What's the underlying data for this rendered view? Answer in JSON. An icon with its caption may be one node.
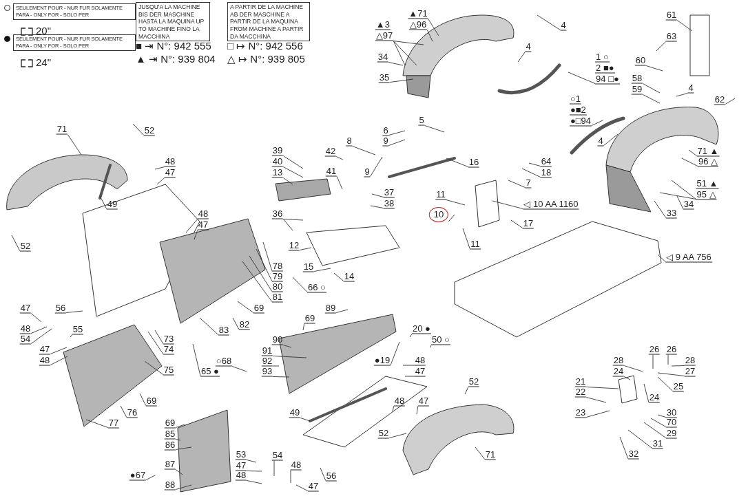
{
  "diagram": {
    "nodes": [
      {
        "text": [
          "71"
        ]
      },
      {
        "text": [
          "52"
        ]
      },
      {
        "text": [
          "48"
        ]
      },
      {
        "text": [
          "47"
        ]
      },
      {
        "text": [
          "49"
        ]
      },
      {
        "text": [
          "48"
        ]
      },
      {
        "text": [
          "47"
        ]
      },
      {
        "text": [
          "52"
        ]
      },
      {
        "text": [
          "▲3",
          "△97"
        ]
      },
      {
        "text": [
          "▲71"
        ]
      },
      {
        "text": [
          "△96"
        ]
      },
      {
        "text": [
          "34"
        ]
      },
      {
        "text": [
          "35"
        ]
      },
      {
        "text": [
          "5"
        ]
      },
      {
        "text": [
          "6"
        ]
      },
      {
        "text": [
          "9"
        ]
      },
      {
        "text": [
          "8"
        ]
      },
      {
        "text": [
          "9"
        ]
      },
      {
        "text": [
          "39"
        ]
      },
      {
        "text": [
          "40"
        ]
      },
      {
        "text": [
          "13"
        ]
      },
      {
        "text": [
          "42"
        ]
      },
      {
        "text": [
          "41"
        ]
      },
      {
        "text": [
          "16"
        ]
      },
      {
        "text": [
          "37"
        ]
      },
      {
        "text": [
          "38"
        ]
      },
      {
        "text": [
          "36"
        ]
      },
      {
        "text": [
          "11"
        ]
      },
      {
        "text": [
          "10"
        ]
      },
      {
        "text": [
          "11"
        ]
      },
      {
        "text": [
          "12"
        ]
      },
      {
        "text": [
          "4"
        ]
      },
      {
        "text": [
          "1 ○",
          "2 ■●",
          "94 □●"
        ]
      },
      {
        "text": [
          "○1",
          "●■2",
          "●□94"
        ]
      },
      {
        "text": [
          "4"
        ]
      },
      {
        "text": [
          "61"
        ]
      },
      {
        "text": [
          "63"
        ]
      },
      {
        "text": [
          "60"
        ]
      },
      {
        "text": [
          "58"
        ]
      },
      {
        "text": [
          "59"
        ]
      },
      {
        "text": [
          "4"
        ]
      },
      {
        "text": [
          "62"
        ]
      },
      {
        "text": [
          "4"
        ]
      },
      {
        "text": [
          "64"
        ]
      },
      {
        "text": [
          "18"
        ]
      },
      {
        "text": [
          "7"
        ]
      },
      {
        "text": [
          "◁ 10 AA 1160"
        ]
      },
      {
        "text": [
          "17"
        ]
      },
      {
        "text": [
          "71 ▲"
        ]
      },
      {
        "text": [
          "96 △"
        ]
      },
      {
        "text": [
          "51 ▲",
          "95 △"
        ]
      },
      {
        "text": [
          "34"
        ]
      },
      {
        "text": [
          "33"
        ]
      },
      {
        "text": [
          "78"
        ]
      },
      {
        "text": [
          "79"
        ]
      },
      {
        "text": [
          "80"
        ]
      },
      {
        "text": [
          "81"
        ]
      },
      {
        "text": [
          "66 ○"
        ]
      },
      {
        "text": [
          "15"
        ]
      },
      {
        "text": [
          "14"
        ]
      },
      {
        "text": [
          "◁ 9 AA 756"
        ]
      },
      {
        "text": [
          "47"
        ]
      },
      {
        "text": [
          "48"
        ]
      },
      {
        "text": [
          "54"
        ]
      },
      {
        "text": [
          "56"
        ]
      },
      {
        "text": [
          "55"
        ]
      },
      {
        "text": [
          "47"
        ]
      },
      {
        "text": [
          "48"
        ]
      },
      {
        "text": [
          "69"
        ]
      },
      {
        "text": [
          "82"
        ]
      },
      {
        "text": [
          "83"
        ]
      },
      {
        "text": [
          "89"
        ]
      },
      {
        "text": [
          "69"
        ]
      },
      {
        "text": [
          "73"
        ]
      },
      {
        "text": [
          "74"
        ]
      },
      {
        "text": [
          "75"
        ]
      },
      {
        "text": [
          "65 ●"
        ]
      },
      {
        "text": [
          "○68"
        ]
      },
      {
        "text": [
          "90"
        ]
      },
      {
        "text": [
          "91"
        ]
      },
      {
        "text": [
          "92"
        ]
      },
      {
        "text": [
          "93"
        ]
      },
      {
        "text": [
          "20 ●"
        ]
      },
      {
        "text": [
          "50 ○"
        ]
      },
      {
        "text": [
          "●19"
        ]
      },
      {
        "text": [
          "48"
        ]
      },
      {
        "text": [
          "47"
        ]
      },
      {
        "text": [
          "69"
        ]
      },
      {
        "text": [
          "76"
        ]
      },
      {
        "text": [
          "77"
        ]
      },
      {
        "text": [
          "52"
        ]
      },
      {
        "text": [
          "49"
        ]
      },
      {
        "text": [
          "48"
        ]
      },
      {
        "text": [
          "47"
        ]
      },
      {
        "text": [
          "52"
        ]
      },
      {
        "text": [
          "71"
        ]
      },
      {
        "text": [
          "69"
        ]
      },
      {
        "text": [
          "85"
        ]
      },
      {
        "text": [
          "86"
        ]
      },
      {
        "text": [
          "87"
        ]
      },
      {
        "text": [
          "88"
        ]
      },
      {
        "text": [
          "●67"
        ]
      },
      {
        "text": [
          "53"
        ]
      },
      {
        "text": [
          "47"
        ]
      },
      {
        "text": [
          "48"
        ]
      },
      {
        "text": [
          "54"
        ]
      },
      {
        "text": [
          "48"
        ]
      },
      {
        "text": [
          "47"
        ]
      },
      {
        "text": [
          "56"
        ]
      },
      {
        "text": [
          "28"
        ]
      },
      {
        "text": [
          "24"
        ]
      },
      {
        "text": [
          "21"
        ]
      },
      {
        "text": [
          "22"
        ]
      },
      {
        "text": [
          "23"
        ]
      },
      {
        "text": [
          "26"
        ]
      },
      {
        "text": [
          "26"
        ]
      },
      {
        "text": [
          "28"
        ]
      },
      {
        "text": [
          "27"
        ]
      },
      {
        "text": [
          "25"
        ]
      },
      {
        "text": [
          "24"
        ]
      },
      {
        "text": [
          "30"
        ]
      },
      {
        "text": [
          "70"
        ]
      },
      {
        "text": [
          "29"
        ]
      },
      {
        "text": [
          "31"
        ]
      },
      {
        "text": [
          "32"
        ]
      }
    ],
    "edges": [
      {
        "from": 0,
        "to": null,
        "arrow": "none"
      },
      {
        "from": 1,
        "to": null,
        "arrow": "none"
      },
      {
        "from": 2,
        "to": null,
        "arrow": "none"
      },
      {
        "from": 3,
        "to": null,
        "arrow": "none"
      },
      {
        "from": 4,
        "to": null,
        "arrow": "none"
      },
      {
        "from": 5,
        "to": null,
        "arrow": "none"
      },
      {
        "from": 6,
        "to": null,
        "arrow": "none"
      },
      {
        "from": 7,
        "to": null,
        "arrow": "none"
      },
      {
        "from": 8,
        "to": null,
        "arrow": "none"
      },
      {
        "from": 8,
        "to": null,
        "arrow": "none"
      },
      {
        "from": 8,
        "to": null,
        "arrow": "none"
      },
      {
        "from": 9,
        "to": null,
        "arrow": "none"
      },
      {
        "from": 10,
        "to": null,
        "arrow": "none"
      },
      {
        "from": 11,
        "to": null,
        "arrow": "none"
      },
      {
        "from": 12,
        "to": null,
        "arrow": "none"
      },
      {
        "from": 13,
        "to": null,
        "arrow": "none"
      },
      {
        "from": 14,
        "to": null,
        "arrow": "none"
      },
      {
        "from": 15,
        "to": null,
        "arrow": "none"
      },
      {
        "from": 16,
        "to": null,
        "arrow": "none"
      },
      {
        "from": 17,
        "to": null,
        "arrow": "none"
      },
      {
        "from": 18,
        "to": null,
        "arrow": "none"
      },
      {
        "from": 19,
        "to": null,
        "arrow": "none"
      },
      {
        "from": 20,
        "to": null,
        "arrow": "none"
      },
      {
        "from": 21,
        "to": null,
        "arrow": "none"
      },
      {
        "from": 22,
        "to": null,
        "arrow": "none"
      },
      {
        "from": 23,
        "to": null,
        "arrow": "none"
      },
      {
        "from": 24,
        "to": null,
        "arrow": "none"
      },
      {
        "from": 25,
        "to": null,
        "arrow": "none"
      },
      {
        "from": 26,
        "to": null,
        "arrow": "none"
      },
      {
        "from": 26,
        "to": null,
        "arrow": "none"
      },
      {
        "from": 27,
        "to": null,
        "arrow": "none"
      },
      {
        "from": 28,
        "to": null,
        "arrow": "none"
      },
      {
        "from": 29,
        "to": null,
        "arrow": "none"
      },
      {
        "from": 30,
        "to": null,
        "arrow": "none"
      },
      {
        "from": 31,
        "to": null,
        "arrow": "none"
      },
      {
        "from": 32,
        "to": null,
        "arrow": "none"
      },
      {
        "from": 33,
        "to": null,
        "arrow": "none"
      },
      {
        "from": 34,
        "to": null,
        "arrow": "none"
      },
      {
        "from": 35,
        "to": null,
        "arrow": "none"
      },
      {
        "from": 36,
        "to": null,
        "arrow": "none"
      },
      {
        "from": 37,
        "to": null,
        "arrow": "none"
      },
      {
        "from": 38,
        "to": null,
        "arrow": "none"
      },
      {
        "from": 39,
        "to": null,
        "arrow": "none"
      },
      {
        "from": 40,
        "to": null,
        "arrow": "none"
      },
      {
        "from": 41,
        "to": null,
        "arrow": "none"
      },
      {
        "from": 42,
        "to": null,
        "arrow": "none"
      },
      {
        "from": 43,
        "to": null,
        "arrow": "none"
      },
      {
        "from": 44,
        "to": null,
        "arrow": "none"
      },
      {
        "from": 45,
        "to": null,
        "arrow": "none"
      },
      {
        "from": 46,
        "to": null,
        "arrow": "none"
      },
      {
        "from": 47,
        "to": null,
        "arrow": "none"
      },
      {
        "from": 48,
        "to": null,
        "arrow": "none"
      },
      {
        "from": 49,
        "to": null,
        "arrow": "none"
      },
      {
        "from": 50,
        "to": null,
        "arrow": "none"
      },
      {
        "from": 50,
        "to": null,
        "arrow": "none"
      },
      {
        "from": 51,
        "to": null,
        "arrow": "none"
      },
      {
        "from": 52,
        "to": null,
        "arrow": "none"
      },
      {
        "from": 53,
        "to": null,
        "arrow": "none"
      },
      {
        "from": 54,
        "to": null,
        "arrow": "none"
      },
      {
        "from": 55,
        "to": null,
        "arrow": "none"
      },
      {
        "from": 56,
        "to": null,
        "arrow": "none"
      },
      {
        "from": 57,
        "to": null,
        "arrow": "none"
      },
      {
        "from": 58,
        "to": null,
        "arrow": "none"
      },
      {
        "from": 59,
        "to": null,
        "arrow": "none"
      },
      {
        "from": 60,
        "to": null,
        "arrow": "none"
      },
      {
        "from": 61,
        "to": null,
        "arrow": "none"
      },
      {
        "from": 62,
        "to": null,
        "arrow": "none"
      },
      {
        "from": 63,
        "to": null,
        "arrow": "none"
      },
      {
        "from": 64,
        "to": null,
        "arrow": "none"
      },
      {
        "from": 65,
        "to": null,
        "arrow": "none"
      },
      {
        "from": 66,
        "to": null,
        "arrow": "none"
      },
      {
        "from": 67,
        "to": null,
        "arrow": "none"
      },
      {
        "from": 68,
        "to": null,
        "arrow": "none"
      },
      {
        "from": 69,
        "to": null,
        "arrow": "none"
      },
      {
        "from": 70,
        "to": null,
        "arrow": "none"
      },
      {
        "from": 71,
        "to": null,
        "arrow": "none"
      },
      {
        "from": 72,
        "to": null,
        "arrow": "none"
      },
      {
        "from": 73,
        "to": null,
        "arrow": "none"
      },
      {
        "from": 74,
        "to": null,
        "arrow": "none"
      },
      {
        "from": 75,
        "to": null,
        "arrow": "none"
      },
      {
        "from": 76,
        "to": null,
        "arrow": "none"
      },
      {
        "from": 77,
        "to": null,
        "arrow": "none"
      },
      {
        "from": 78,
        "to": null,
        "arrow": "none"
      },
      {
        "from": 79,
        "to": null,
        "arrow": "none"
      },
      {
        "from": 80,
        "to": null,
        "arrow": "none"
      },
      {
        "from": 81,
        "to": null,
        "arrow": "none"
      },
      {
        "from": 82,
        "to": null,
        "arrow": "none"
      },
      {
        "from": 83,
        "to": null,
        "arrow": "none"
      },
      {
        "from": 84,
        "to": null,
        "arrow": "none"
      },
      {
        "from": 85,
        "to": null,
        "arrow": "none"
      },
      {
        "from": 86,
        "to": null,
        "arrow": "none"
      },
      {
        "from": 87,
        "to": null,
        "arrow": "none"
      },
      {
        "from": 88,
        "to": null,
        "arrow": "none"
      },
      {
        "from": 89,
        "to": null,
        "arrow": "none"
      },
      {
        "from": 90,
        "to": null,
        "arrow": "none"
      },
      {
        "from": 91,
        "to": null,
        "arrow": "none"
      },
      {
        "from": 92,
        "to": null,
        "arrow": "none"
      },
      {
        "from": 93,
        "to": null,
        "arrow": "none"
      },
      {
        "from": 94,
        "to": null,
        "arrow": "none"
      },
      {
        "from": 95,
        "to": null,
        "arrow": "none"
      },
      {
        "from": 96,
        "to": null,
        "arrow": "none"
      },
      {
        "from": 97,
        "to": null,
        "arrow": "none"
      },
      {
        "from": 98,
        "to": null,
        "arrow": "none"
      },
      {
        "from": 99,
        "to": null,
        "arrow": "none"
      },
      {
        "from": 100,
        "to": null,
        "arrow": "none"
      },
      {
        "from": 101,
        "to": null,
        "arrow": "none"
      },
      {
        "from": 102,
        "to": null,
        "arrow": "none"
      },
      {
        "from": 103,
        "to": null,
        "arrow": "none"
      },
      {
        "from": 104,
        "to": null,
        "arrow": "none"
      },
      {
        "from": 105,
        "to": null,
        "arrow": "none"
      },
      {
        "from": 106,
        "to": null,
        "arrow": "none"
      },
      {
        "from": 107,
        "to": null,
        "arrow": "none"
      },
      {
        "from": 108,
        "to": null,
        "arrow": "none"
      },
      {
        "from": 109,
        "to": null,
        "arrow": "none"
      },
      {
        "from": 110,
        "to": null,
        "arrow": "none"
      },
      {
        "from": 111,
        "to": null,
        "arrow": "none"
      },
      {
        "from": 112,
        "to": null,
        "arrow": "none"
      },
      {
        "from": 113,
        "to": null,
        "arrow": "none"
      },
      {
        "from": 114,
        "to": null,
        "arrow": "none"
      },
      {
        "from": 115,
        "to": null,
        "arrow": "none"
      },
      {
        "from": 116,
        "to": null,
        "arrow": "none"
      },
      {
        "from": 117,
        "to": null,
        "arrow": "none"
      },
      {
        "from": 118,
        "to": null,
        "arrow": "none"
      },
      {
        "from": 119,
        "to": null,
        "arrow": "none"
      },
      {
        "from": 120,
        "to": null,
        "arrow": "none"
      },
      {
        "from": 121,
        "to": null,
        "arrow": "none"
      },
      {
        "from": 122,
        "to": null,
        "arrow": "none"
      },
      {
        "from": 123,
        "to": null,
        "arrow": "none"
      },
      {
        "from": 124,
        "to": null,
        "arrow": "none"
      }
    ],
    "labels": [
      "20\"",
      "24\"",
      "JUSQU'A LA MACHINE BIS DER MASCHINE HASTA LA MAQUINA UP TO MACHINE FINO LA MACCHINA",
      "■ ⇥ N°: 942 555",
      "▲ ⇥ N°: 939 804",
      "A PARTIR DE LA MACHINE AB DER MASCHINE A PARTIR DE LA MAQUINA FROM MACHINE A PARTIR DA MACCHINA",
      "□ ↦ N°: 942 556",
      "△ ↦ N°: 939 805"
    ],
    "legend": [
      {
        "text": "SEULEMENT POUR - NUR FUR SOLAMENTE PARA - ONLY FOR - SOLO PER"
      },
      {
        "text": "SEULEMENT POUR - NUR FUR SOLAMENTE PARA - ONLY FOR - SOLO PER"
      }
    ]
  }
}
